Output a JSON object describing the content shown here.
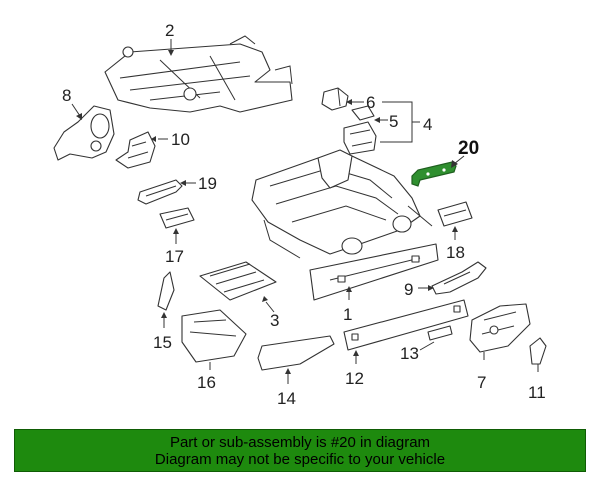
{
  "diagram": {
    "highlighted_part": "20",
    "callouts": [
      "1",
      "2",
      "3",
      "4",
      "5",
      "6",
      "7",
      "8",
      "9",
      "10",
      "11",
      "12",
      "13",
      "14",
      "15",
      "16",
      "17",
      "18",
      "19",
      "20"
    ]
  },
  "banner": {
    "line1": "Part or sub-assembly is #20 in diagram",
    "line2": "Diagram may not be specific to your vehicle"
  },
  "colors": {
    "banner_background": "#1e8a0e",
    "highlight": "#2f8f2f"
  }
}
